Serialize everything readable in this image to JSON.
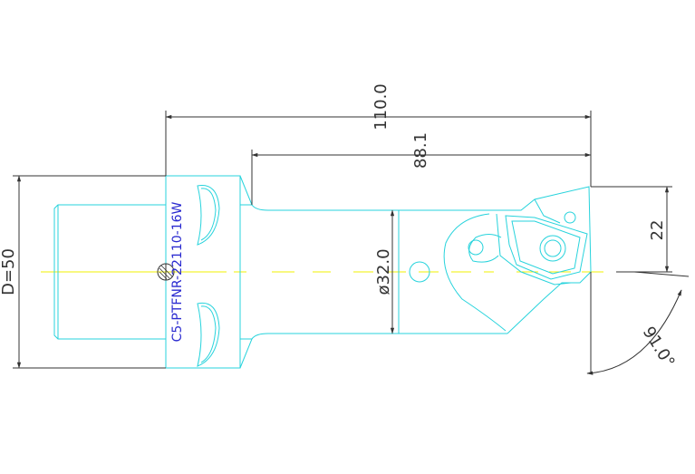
{
  "drawing": {
    "part_label": "C5-PTFNR-22110-16W",
    "dimensions": {
      "overall_length": "110.0",
      "head_length": "88.1",
      "diameter": "D=50",
      "shank_diameter": "ø32.0",
      "offset": "22",
      "angle": "91.0°"
    },
    "colors": {
      "outline": "#27d3dc",
      "dimension": "#333333",
      "centerline": "#f2f200",
      "label": "#2a2ad0",
      "background": "#ffffff"
    }
  }
}
